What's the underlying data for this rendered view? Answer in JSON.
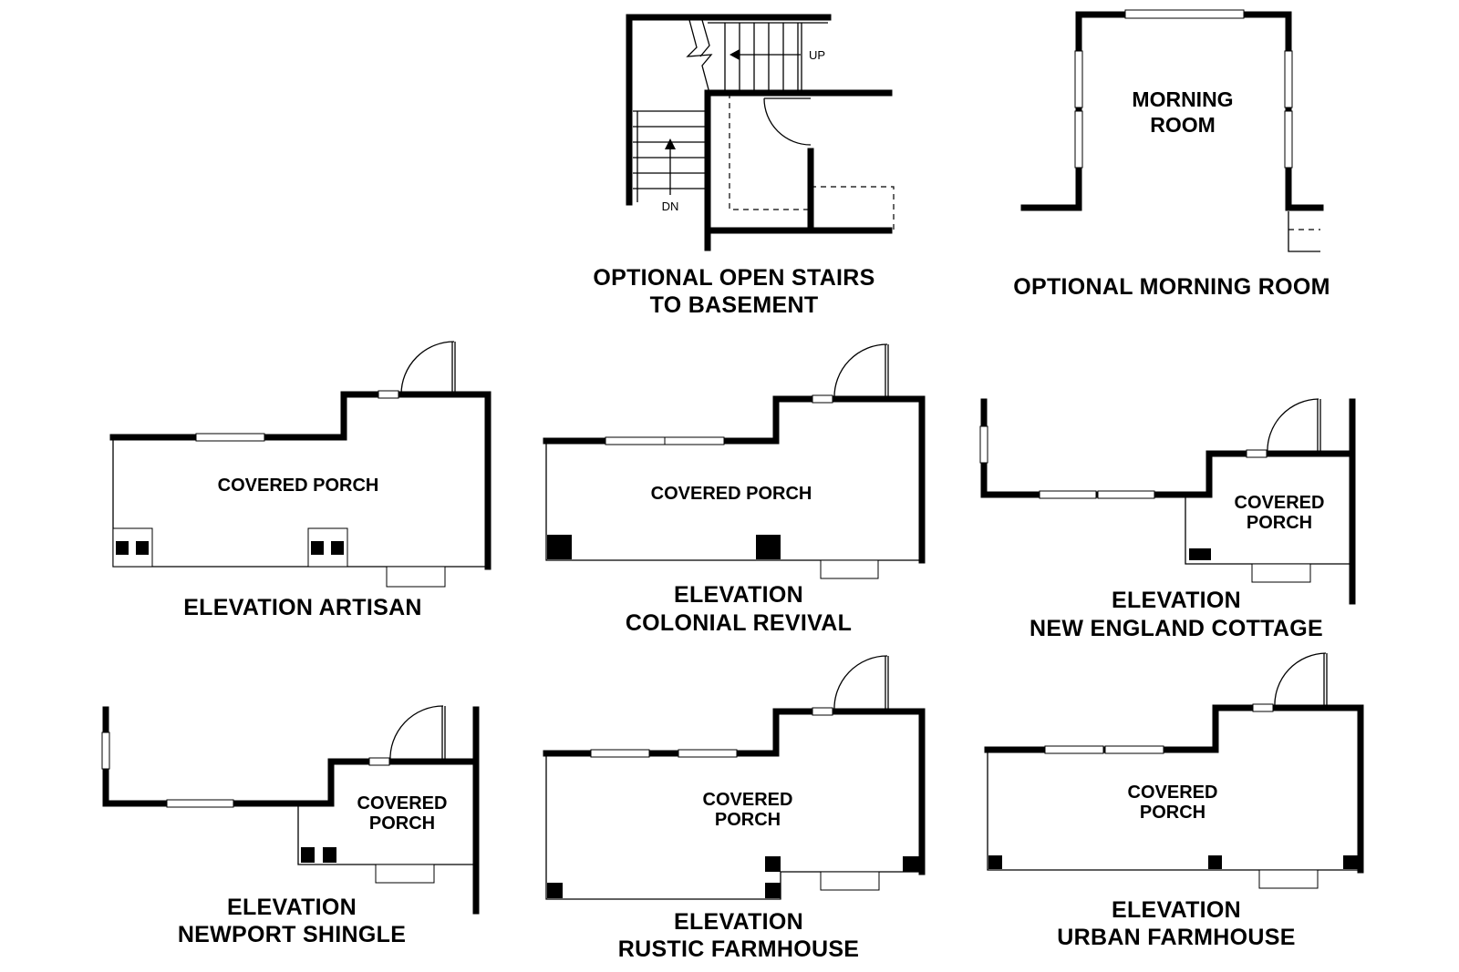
{
  "diagrams": {
    "stairs": {
      "title_line1": "OPTIONAL OPEN STAIRS",
      "title_line2": "TO BASEMENT",
      "up_label": "UP",
      "dn_label": "DN"
    },
    "morning_room": {
      "title": "OPTIONAL MORNING ROOM",
      "room_line1": "MORNING",
      "room_line2": "ROOM"
    },
    "artisan": {
      "title": "ELEVATION ARTISAN",
      "room": "COVERED PORCH"
    },
    "colonial_revival": {
      "title_line1": "ELEVATION",
      "title_line2": "COLONIAL REVIVAL",
      "room": "COVERED PORCH"
    },
    "new_england_cottage": {
      "title_line1": "ELEVATION",
      "title_line2": "NEW ENGLAND COTTAGE",
      "room_line1": "COVERED",
      "room_line2": "PORCH"
    },
    "newport_shingle": {
      "title_line1": "ELEVATION",
      "title_line2": "NEWPORT SHINGLE",
      "room_line1": "COVERED",
      "room_line2": "PORCH"
    },
    "rustic_farmhouse": {
      "title_line1": "ELEVATION",
      "title_line2": "RUSTIC FARMHOUSE",
      "room_line1": "COVERED",
      "room_line2": "PORCH"
    },
    "urban_farmhouse": {
      "title_line1": "ELEVATION",
      "title_line2": "URBAN FARMHOUSE",
      "room_line1": "COVERED",
      "room_line2": "PORCH"
    }
  }
}
